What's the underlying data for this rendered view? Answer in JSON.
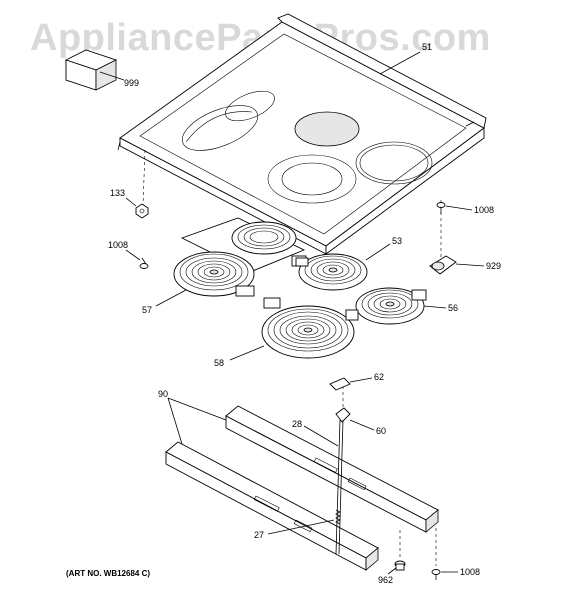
{
  "watermark": "AppliancePartsPros.com",
  "art_number": "(ART NO. WB12684 C)",
  "callouts": {
    "c51": "51",
    "c999": "999",
    "c133": "133",
    "c1008_left": "1008",
    "c1008_right_top": "1008",
    "c53": "53",
    "c929": "929",
    "c57": "57",
    "c56": "56",
    "c58": "58",
    "c62": "62",
    "c90": "90",
    "c28": "28",
    "c60": "60",
    "c27": "27",
    "c962": "962",
    "c1008_bottom": "1008"
  },
  "icons": [
    "cooktop-glass-icon",
    "radiant-element-icon",
    "support-bracket-icon",
    "screw-icon",
    "clip-icon",
    "switch-box-icon"
  ]
}
